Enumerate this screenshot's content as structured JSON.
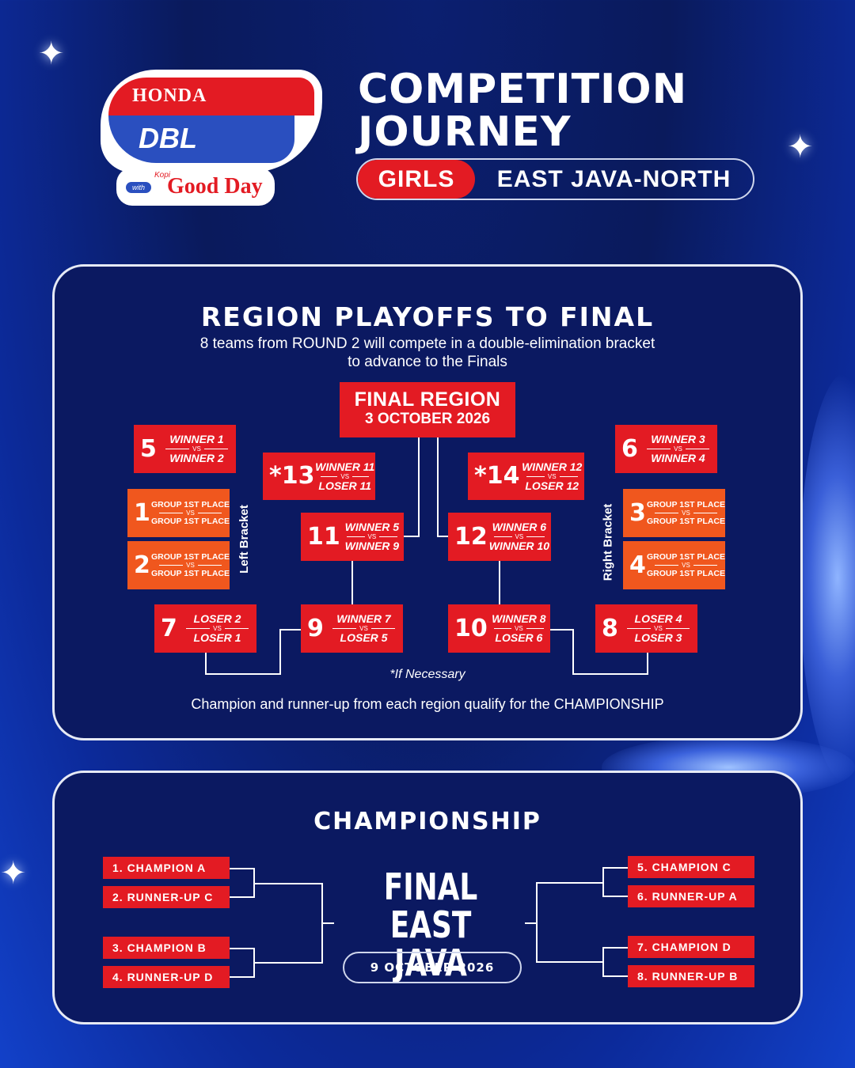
{
  "brand": {
    "honda": "HONDA",
    "dbl": "DBL",
    "with": "with",
    "kopi": "Kopi",
    "goodday": "Good Day"
  },
  "header": {
    "title_line1": "COMPETITION",
    "title_line2": "JOURNEY",
    "category": "GIRLS",
    "region": "EAST JAVA-NORTH"
  },
  "playoffs": {
    "title": "REGION PLAYOFFS TO FINAL",
    "subtitle_line1": "8 teams from ROUND 2 will compete in a double-elimination bracket",
    "subtitle_line2": "to advance to the Finals",
    "final_region_title": "FINAL REGION",
    "final_region_date": "3 OCTOBER 2026",
    "left_bracket_label": "Left Bracket",
    "right_bracket_label": "Right Bracket",
    "vs": "VS",
    "note": "*If Necessary",
    "footer": "Champion and runner-up from each region qualify for the CHAMPIONSHIP",
    "matches": {
      "m5": {
        "num": "5",
        "a": "WINNER 1",
        "b": "WINNER 2"
      },
      "m6": {
        "num": "6",
        "a": "WINNER 3",
        "b": "WINNER 4"
      },
      "m13": {
        "num": "*13",
        "a": "WINNER 11",
        "b": "LOSER 11"
      },
      "m14": {
        "num": "*14",
        "a": "WINNER 12",
        "b": "LOSER 12"
      },
      "m1": {
        "num": "1",
        "a": "GROUP 1ST PLACE",
        "b": "GROUP 1ST PLACE"
      },
      "m2": {
        "num": "2",
        "a": "GROUP 1ST PLACE",
        "b": "GROUP 1ST PLACE"
      },
      "m3": {
        "num": "3",
        "a": "GROUP 1ST PLACE",
        "b": "GROUP 1ST PLACE"
      },
      "m4": {
        "num": "4",
        "a": "GROUP 1ST PLACE",
        "b": "GROUP 1ST PLACE"
      },
      "m11": {
        "num": "11",
        "a": "WINNER 5",
        "b": "WINNER 9"
      },
      "m12": {
        "num": "12",
        "a": "WINNER 6",
        "b": "WINNER 10"
      },
      "m7": {
        "num": "7",
        "a": "LOSER 2",
        "b": "LOSER 1"
      },
      "m9": {
        "num": "9",
        "a": "WINNER 7",
        "b": "LOSER 5"
      },
      "m10": {
        "num": "10",
        "a": "WINNER 8",
        "b": "LOSER 6"
      },
      "m8": {
        "num": "8",
        "a": "LOSER 4",
        "b": "LOSER 3"
      }
    }
  },
  "championship": {
    "title": "CHAMPIONSHIP",
    "seeds": [
      "1. CHAMPION A",
      "2. RUNNER-UP C",
      "3. CHAMPION B",
      "4. RUNNER-UP D",
      "5. CHAMPION C",
      "6. RUNNER-UP A",
      "7. CHAMPION D",
      "8. RUNNER-UP B"
    ],
    "final_line1": "FINAL",
    "final_line2": "EAST JAVA",
    "date": "9 OCTOBER 2026"
  },
  "colors": {
    "red": "#e31b23",
    "orange": "#f0571e",
    "panel": "#0b1961",
    "background": "#0a1a5c"
  }
}
